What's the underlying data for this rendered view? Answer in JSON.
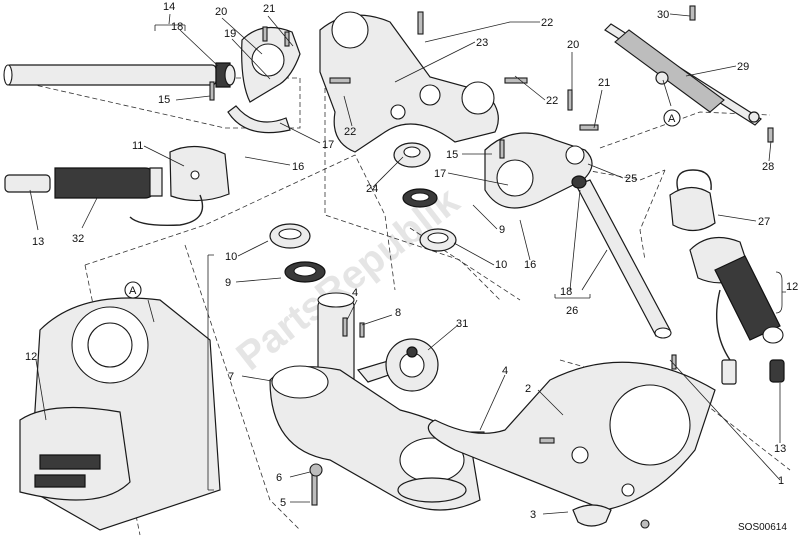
{
  "diagram": {
    "reference_code": "SOS00614",
    "watermark": "PartsRepublik",
    "view_marker": "A",
    "callouts": [
      "1",
      "2",
      "3",
      "4",
      "5",
      "6",
      "7",
      "8",
      "9",
      "10",
      "11",
      "12",
      "13",
      "14",
      "15",
      "16",
      "17",
      "18",
      "19",
      "20",
      "21",
      "22",
      "23",
      "24",
      "25",
      "26",
      "27",
      "28",
      "29",
      "30",
      "31",
      "32"
    ]
  }
}
